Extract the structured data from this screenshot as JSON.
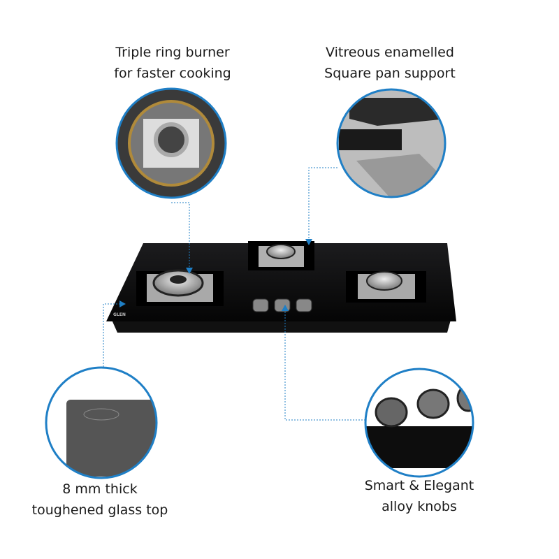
{
  "features": [
    {
      "line1": "Triple ring burner",
      "line2": "for faster cooking"
    },
    {
      "line1": "Vitreous enamelled",
      "line2": "Square pan support"
    },
    {
      "line1": "8 mm thick",
      "line2": "toughened glass top"
    },
    {
      "line1": "Smart & Elegant",
      "line2": "alloy knobs"
    }
  ],
  "product": {
    "brand": "GLEN"
  },
  "colors": {
    "accent": "#1f7fc6",
    "glass": "#0b0b0c",
    "steel": "#b8b8b8"
  }
}
